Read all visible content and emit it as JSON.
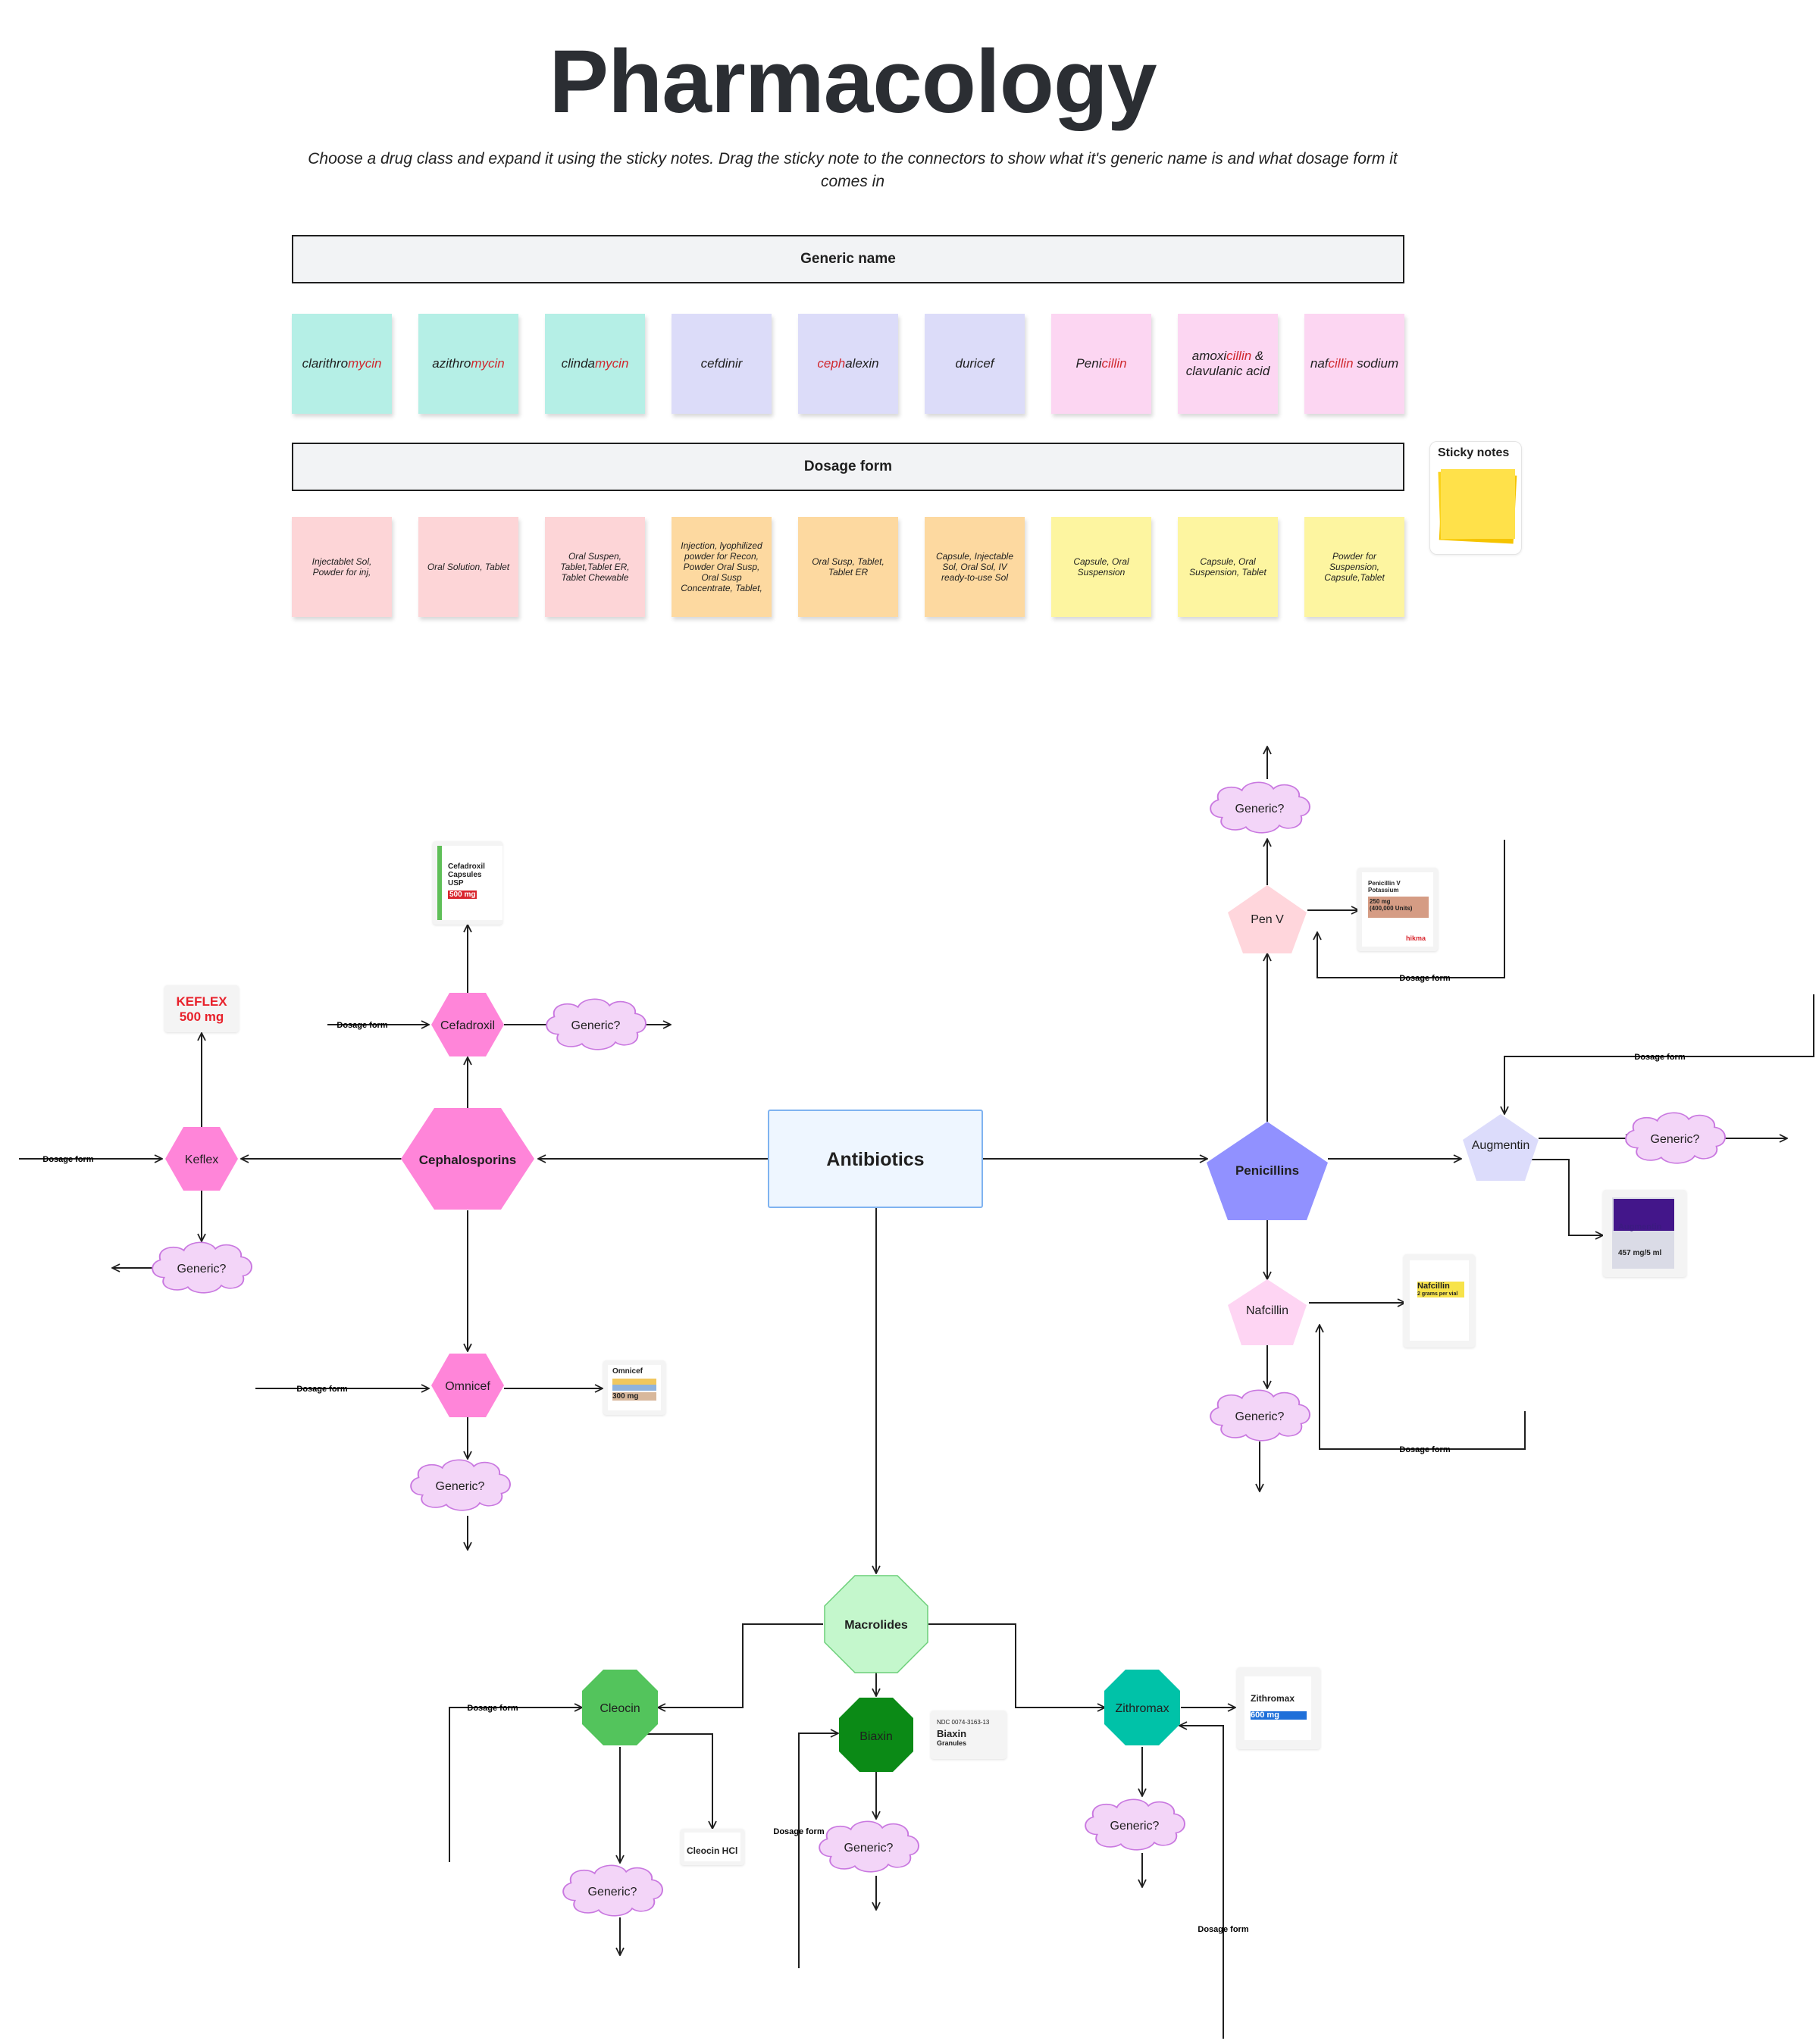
{
  "title": "Pharmacology",
  "subtitle": "Choose a drug class and expand it using the sticky notes. Drag the sticky note to the connectors to show what it's generic name is and what dosage form it comes in",
  "generic_bar": "Generic name",
  "dosage_bar": "Dosage form",
  "generic_notes": [
    {
      "pre": "clarithro",
      "hl": "mycin",
      "post": "",
      "color": "#b5efe6"
    },
    {
      "pre": "azithro",
      "hl": "mycin",
      "post": "",
      "color": "#b5efe6"
    },
    {
      "pre": "clinda",
      "hl": "mycin",
      "post": "",
      "color": "#b5efe6"
    },
    {
      "pre": "cefdinir",
      "hl": "",
      "post": "",
      "color": "#dcdcf9"
    },
    {
      "pre": "",
      "hl": "ceph",
      "post": "alexin",
      "color": "#dcdcf9"
    },
    {
      "pre": "duricef",
      "hl": "",
      "post": "",
      "color": "#dcdcf9"
    },
    {
      "pre": "Peni",
      "hl": "cillin",
      "post": "",
      "color": "#fcd6f2"
    },
    {
      "pre": "amoxi",
      "hl": "cillin",
      "post": " & clavulanic acid",
      "color": "#fcd6f2"
    },
    {
      "pre": "naf",
      "hl": "cillin",
      "post": " sodium",
      "color": "#fcd6f2"
    }
  ],
  "dosage_notes": [
    {
      "text": "Injectablet Sol, Powder for inj,",
      "color": "#fdd5d7"
    },
    {
      "text": "Oral Solution, Tablet",
      "color": "#fdd5d7"
    },
    {
      "text": "Oral Suspen, Tablet,Tablet ER, Tablet Chewable",
      "color": "#fdd5d7"
    },
    {
      "text": "Injection, lyophilized powder for Recon, Powder Oral Susp, Oral Susp Concentrate, Tablet,",
      "color": "#fdd9a0"
    },
    {
      "text": "Oral Susp, Tablet, Tablet ER",
      "color": "#fdd9a0"
    },
    {
      "text": "Capsule, Injectable Sol, Oral Sol, IV ready-to-use Sol",
      "color": "#fdd9a0"
    },
    {
      "text": "Capsule, Oral Suspension",
      "color": "#fdf5a0"
    },
    {
      "text": "Capsule, Oral Suspension, Tablet",
      "color": "#fdf5a0"
    },
    {
      "text": "Powder for Suspension, Capsule,Tablet",
      "color": "#fdf5a0"
    }
  ],
  "sticky_panel_label": "Sticky notes",
  "diagram": {
    "center": "Antibiotics",
    "classes": {
      "cephalosporins": "Cephalosporins",
      "penicillins": "Penicillins",
      "macrolides": "Macrolides"
    },
    "drugs": {
      "keflex": "Keflex",
      "cefadroxil": "Cefadroxil",
      "omnicef": "Omnicef",
      "penv": "Pen V",
      "augmentin": "Augmentin",
      "nafcillin": "Nafcillin",
      "cleocin": "Cleocin",
      "biaxin": "Biaxin",
      "zithromax": "Zithromax"
    },
    "generic_label": "Generic?",
    "dosage_label": "Dosage form",
    "colors": {
      "ceph_class": "#ff85d9",
      "ceph_drug": "#ff85d9",
      "pen_class": "#9191ff",
      "penv": "#ffd6dc",
      "augmentin": "#dcdcfb",
      "nafcillin": "#fed5f3",
      "macro_class": "#c4f7cc",
      "cleocin": "#53c45c",
      "biaxin": "#0b8a16",
      "zithromax": "#00c2a8",
      "cloud_fill": "#f3d5f8",
      "cloud_stroke": "#c978e0",
      "center_fill": "#eef6ff",
      "center_stroke": "#7fb3f0"
    },
    "labels": {
      "keflex_box": [
        "KEFLEX",
        "500 mg"
      ],
      "cefadroxil_box": [
        "Cefadroxil",
        "Capsules USP",
        "500 mg"
      ],
      "omnicef_box": [
        "Omnicef",
        "300 mg"
      ],
      "penv_box": [
        "Penicillin V Potassium",
        "250 mg",
        "(400,000 Units)",
        "hikma"
      ],
      "augmentin_box": [
        "Augmentin",
        "457 mg/5 ml"
      ],
      "nafcillin_box": [
        "Nafcillin",
        "2 grams per vial"
      ],
      "cleocin_box": [
        "Cleocin HCl"
      ],
      "biaxin_box": [
        "NDC 0074-3163-13",
        "Biaxin",
        "Granules"
      ],
      "zithromax_box": [
        "Zithromax",
        "600 mg"
      ]
    }
  }
}
